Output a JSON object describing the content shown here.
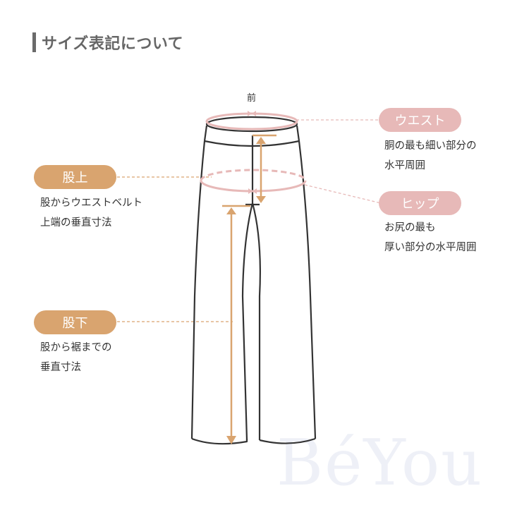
{
  "header": {
    "title": "サイズ表記について"
  },
  "diagram": {
    "front_label": "前",
    "watermark": "BéYou",
    "colors": {
      "tan": "#d9a46f",
      "pink": "#e7b9b8",
      "outline": "#333333",
      "title_bar": "#6a6a6a"
    }
  },
  "measurements": [
    {
      "key": "rise",
      "label": "股上",
      "desc_line1": "股からウエストベルト",
      "desc_line2": "上端の垂直寸法",
      "color": "#d9a46f"
    },
    {
      "key": "inseam",
      "label": "股下",
      "desc_line1": "股から裾までの",
      "desc_line2": "垂直寸法",
      "color": "#d9a46f"
    },
    {
      "key": "waist",
      "label": "ウエスト",
      "desc_line1": "胴の最も細い部分の",
      "desc_line2": "水平周囲",
      "color": "#e7b9b8"
    },
    {
      "key": "hip",
      "label": "ヒップ",
      "desc_line1": "お尻の最も",
      "desc_line2": "厚い部分の水平周囲",
      "color": "#e7b9b8"
    }
  ]
}
